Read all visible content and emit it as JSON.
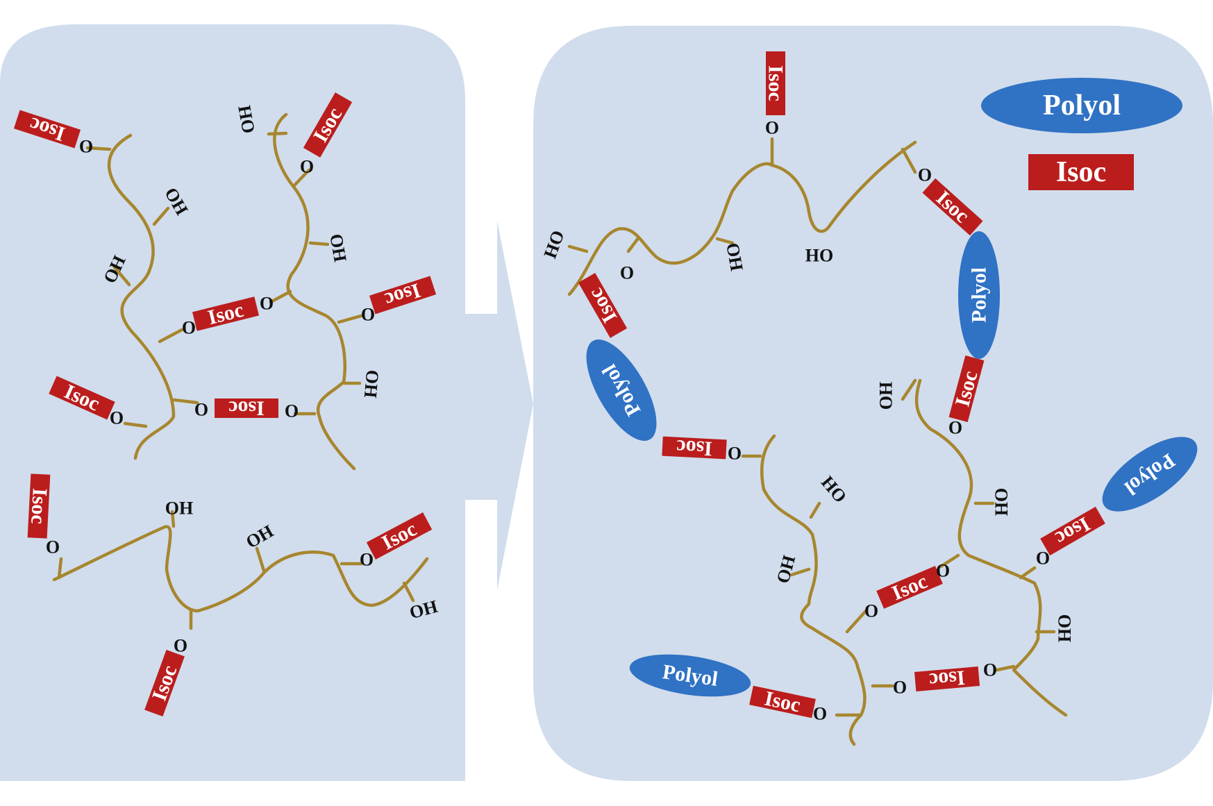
{
  "colors": {
    "panel": "#d1ddec",
    "arrow": "#d1ddec",
    "chain": "#a7862f",
    "isoc": "#bb1d1d",
    "polyol": "#3072c4"
  },
  "labels": {
    "isoc": "Isoc",
    "polyol": "Polyol",
    "oxygen": "O",
    "oh": "OH",
    "ho": "HO"
  },
  "legend": {
    "polyol": "Polyol",
    "isoc": "Isoc"
  }
}
